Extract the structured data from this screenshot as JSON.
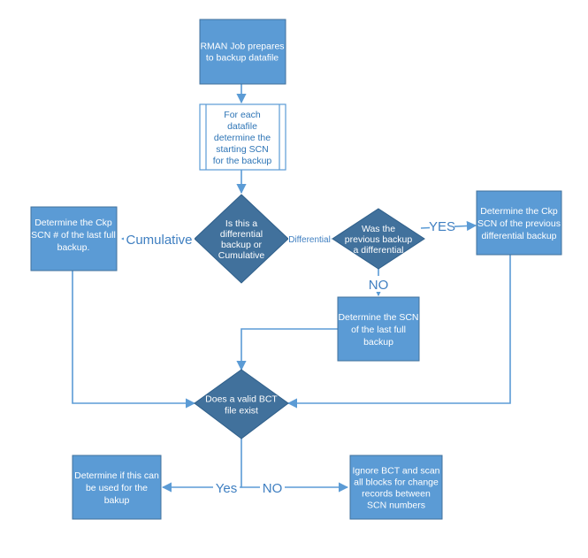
{
  "colors": {
    "box_fill": "#5b9bd5",
    "box_border": "#41719c",
    "connector": "#5b9bd5",
    "label_text": "#3f7fc1",
    "subprocess_text": "#2e75b6"
  },
  "nodes": {
    "rman_job": [
      "RMAN Job prepares",
      "to backup datafile"
    ],
    "for_each": [
      "For each",
      "datafile",
      "determine the",
      "starting SCN",
      "for the backup"
    ],
    "is_differential": [
      "Is this a",
      "differential",
      "backup or",
      "Cumulative"
    ],
    "was_previous": [
      "Was the",
      "previous backup",
      "a differential"
    ],
    "ckp_last_full": [
      "Determine the Ckp",
      "SCN # of the last full",
      "backup."
    ],
    "ckp_prev_diff": [
      "Determine the Ckp",
      "SCN of the previous",
      "differential backup"
    ],
    "scn_last_full": [
      "Determine the SCN",
      "of the last full",
      "backup"
    ],
    "valid_bct": [
      "Does a valid BCT",
      "file exist"
    ],
    "can_be_used": [
      "Determine if this can",
      "be used for the",
      "bakup"
    ],
    "ignore_bct": [
      "Ignore BCT and scan",
      "all blocks for change",
      "records between",
      "SCN numbers"
    ]
  },
  "edge_labels": {
    "cumulative": "Cumulative",
    "differential": "Differential",
    "yes_top": "YES",
    "no_mid": "NO",
    "yes_bottom": "Yes",
    "no_bottom": "NO"
  }
}
